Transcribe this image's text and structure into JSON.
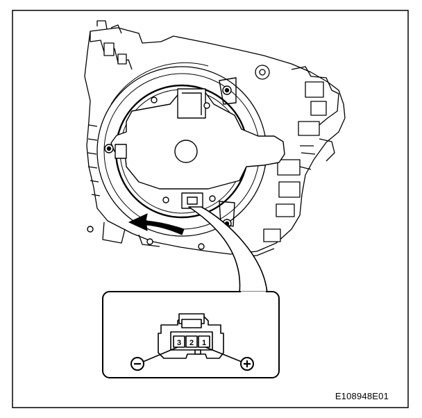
{
  "figure": {
    "id_label": "E108948E01"
  },
  "connector": {
    "pins": [
      {
        "number": "3",
        "polarity": "negative"
      },
      {
        "number": "2",
        "polarity": "none"
      },
      {
        "number": "1",
        "polarity": "positive"
      }
    ],
    "negative_symbol": "minus-in-circle",
    "positive_symbol": "plus-in-circle"
  },
  "colors": {
    "line": "#000000",
    "background": "#ffffff"
  }
}
